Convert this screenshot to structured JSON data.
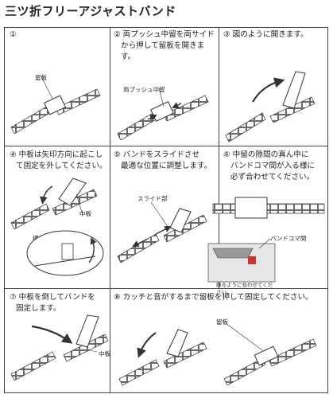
{
  "title": "三ツ折フリーアジャストバンド",
  "steps": {
    "s1": "①",
    "s2_l1": "② 両プッシュ中留を両サイド",
    "s2_l2": "から押して留板を開きま",
    "s2_l3": "す。",
    "s3": "③ 図のように開きます。",
    "s4_l1": "④ 中板は矢印方向に起こし",
    "s4_l2": "て固定を外してください。",
    "s5_l1": "⑤ バンドをスライドさせ",
    "s5_l2": "最適な位置に調整します。",
    "s6_l1": "⑥ 中留の隙間の真ん中に",
    "s6_l2": "バンドコマ間が入る様に",
    "s6_l3": "必ず合わせてください。",
    "s7_l1": "⑦ 中板を倒してバンドを",
    "s7_l2": "固定します。",
    "s8": "⑧ カッチと音がするまで留板を押して固定してください。"
  },
  "labels": {
    "tomeita_1": "留板",
    "ryo_push": "両プッシュ中留",
    "nakaita_4": "中板",
    "yoko_kara": "横から見た図",
    "slide_bu": "スライド部",
    "band_koma": "バンドコマ間",
    "note_6": "中留の隙間の真ん中からバンドコマとコマの間が嫌るように合わせてください。",
    "nakaita_7": "中板",
    "tomeita_8": "留板"
  }
}
